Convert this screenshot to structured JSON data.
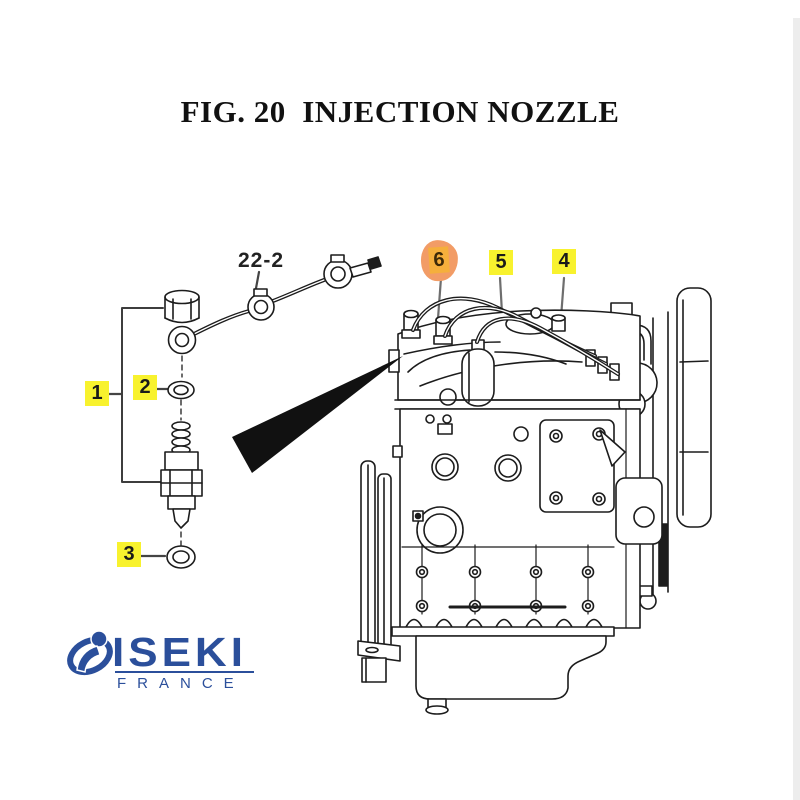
{
  "figure": {
    "title": "FIG. 20  INJECTION NOZZLE",
    "assembly_ref": "22-2"
  },
  "callouts": [
    {
      "label": "1",
      "highlight": "yellow"
    },
    {
      "label": "2",
      "highlight": "yellow"
    },
    {
      "label": "3",
      "highlight": "yellow"
    },
    {
      "label": "4",
      "highlight": "yellow"
    },
    {
      "label": "5",
      "highlight": "yellow"
    },
    {
      "label": "6",
      "highlight": "orange"
    }
  ],
  "logo": {
    "brand": "ISEKI",
    "subtitle": "FRANCE"
  },
  "colors": {
    "line_art": "#1c1c1c",
    "highlight_yellow": "#F8F22E",
    "highlight_orange_fill": "#F5AF3C",
    "highlight_orange_halo": "#F29C66",
    "logo_blue": "#2B4F9B",
    "edge_strip": "#EDEDED"
  }
}
